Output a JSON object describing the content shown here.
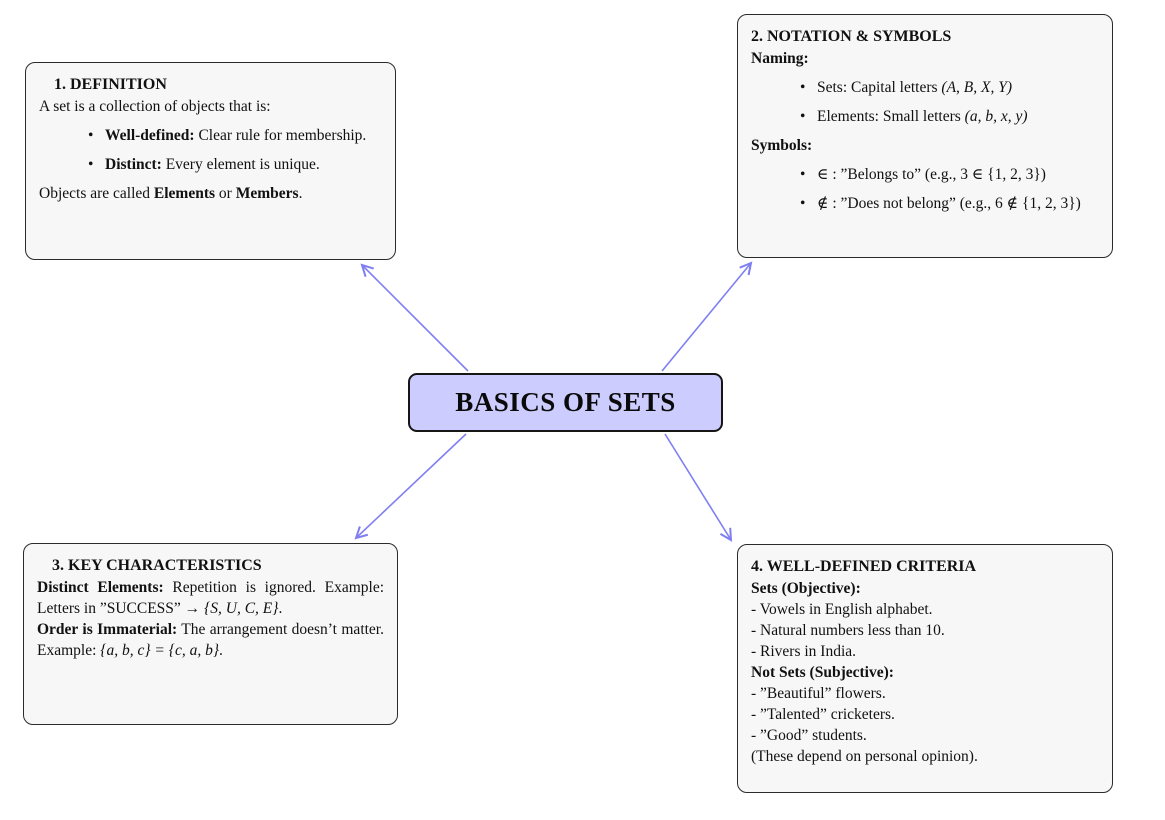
{
  "center": {
    "label": "BASICS OF SETS"
  },
  "colors": {
    "accent-arrow": "#7f7ff2",
    "center-fill": "#ccccff",
    "card-fill": "#f7f7f7",
    "card-border": "#2b2b2b"
  },
  "boxes": {
    "definition": {
      "title": "1. DEFINITION",
      "intro": "A set is a collection of objects that is:",
      "bullets": [
        {
          "term": "Well-defined:",
          "desc": "Clear rule for membership."
        },
        {
          "term": "Distinct:",
          "desc": "Every element is unique."
        }
      ],
      "footer": {
        "pre": "Objects are called ",
        "term1": "Elements",
        "mid": " or ",
        "term2": "Members",
        "post": "."
      }
    },
    "notation": {
      "title": "2. NOTATION & SYMBOLS",
      "naming_heading": "Naming:",
      "naming_bullets": [
        {
          "text": "Sets: Capital letters ",
          "math": "(A, B, X, Y)"
        },
        {
          "text": "Elements: Small letters ",
          "math": "(a, b, x, y)"
        }
      ],
      "symbols_heading": "Symbols:",
      "symbol_bullets": [
        {
          "text": "∈ : ”Belongs to” (e.g., 3 ∈ {1, 2, 3})"
        },
        {
          "text": "∉ : ”Does not belong” (e.g., 6 ∉ {1, 2, 3})"
        }
      ]
    },
    "characteristics": {
      "title": "3. KEY CHARACTERISTICS",
      "para1": {
        "term": "Distinct Elements:",
        "text": " Repetition is ignored. Example: Letters in ”SUCCESS” → ",
        "math": "{S, U, C, E}",
        "post": "."
      },
      "para2": {
        "term": "Order is Immaterial:",
        "text": " The arrangement doesn’t matter. Example: ",
        "math": "{a, b, c} = {c, a, b}",
        "post": "."
      }
    },
    "criteria": {
      "title": "4. WELL-DEFINED CRITERIA",
      "sets_heading": "Sets (Objective):",
      "sets_items": [
        "- Vowels in English alphabet.",
        "- Natural numbers less than 10.",
        "- Rivers in India."
      ],
      "notsets_heading": "Not Sets (Subjective):",
      "notsets_items": [
        "- ”Beautiful” flowers.",
        "- ”Talented” cricketers.",
        "- ”Good” students."
      ],
      "note": "(These depend on personal opinion)."
    }
  }
}
